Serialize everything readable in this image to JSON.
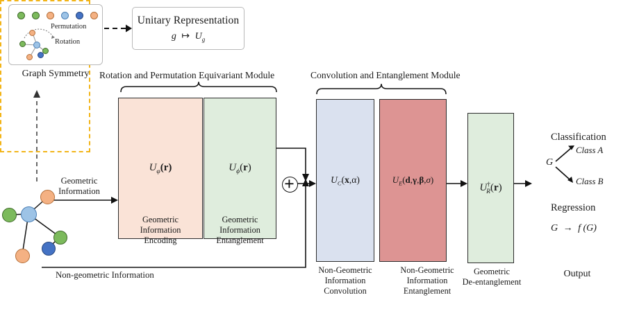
{
  "symmetry_panel": {
    "name": "Graph Symmetry",
    "permutation_label": "Permutation",
    "rotation_label": "Rotation",
    "caption": "Graph Symmetry",
    "top_row_colors": [
      "#7cba5c",
      "#7cba5c",
      "#f4b183",
      "#9dc3e6",
      "#4472c4",
      "#f4b183"
    ]
  },
  "unitary": {
    "title": "Unitary Representation",
    "formula_g": "g",
    "formula_map": "↦",
    "formula_u": "U",
    "formula_sub": "g"
  },
  "modules": {
    "equivariant_title": "Rotation and Permutation Equivariant Module",
    "convolution_title": "Convolution and Entanglement Module"
  },
  "boxes": {
    "encode": {
      "formula_u": "U",
      "formula_sub": "φ",
      "formula_arg": "(r)",
      "caption": "Geometric\nInformation\nEncoding",
      "color": "#fae3d7"
    },
    "entangle": {
      "formula_u": "U",
      "formula_sub": "ϕ",
      "formula_arg": "(r)",
      "caption": "Geometric\nInformation\nEntanglement",
      "color": "#dfeddd"
    },
    "convolution": {
      "formula_u": "U",
      "formula_sub": "C",
      "formula_arg": "(x,α)",
      "caption": "Non-Geometric\nInformation\nConvolution",
      "color": "#dae1ef"
    },
    "entanglement2": {
      "formula_u": "U",
      "formula_sub": "E",
      "formula_arg": "(d,γ,β,σ)",
      "caption": "Non-Geometric\nInformation\nEntanglement",
      "color": "#dd9493"
    },
    "deentangle": {
      "formula_u": "U",
      "formula_sub": "R",
      "formula_sup": "†",
      "formula_arg": "(r)",
      "caption": "Geometric\nDe-entanglement",
      "color": "#dfeddd"
    }
  },
  "arrows": {
    "geometric_information": "Geometric\nInformation",
    "non_geometric_information": "Non-geometric  Information",
    "sum_symbol": "⊕"
  },
  "output": {
    "classification_title": "Classification",
    "class_a": "Class A",
    "class_b": "Class B",
    "graph_symbol": "G",
    "regression_title": "Regression",
    "regression_formula_lhs": "G",
    "regression_arrow": "→",
    "regression_formula_rhs": "f (G)",
    "caption": "Output",
    "border_color": "#f2b417"
  },
  "graph_nodes": {
    "center_color": "#9dc3e6",
    "node_colors": [
      "#f4b183",
      "#7cba5c",
      "#7cba5c",
      "#4472c4",
      "#f4b183"
    ]
  }
}
